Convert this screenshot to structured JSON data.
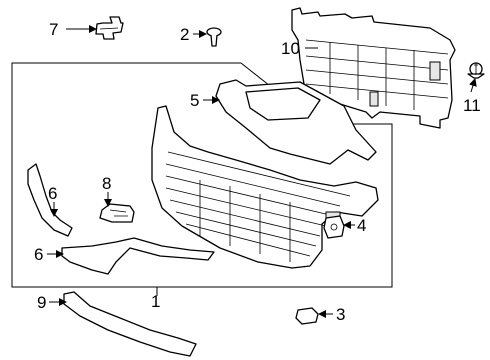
{
  "callouts": {
    "c1": "1",
    "c2": "2",
    "c3": "3",
    "c4": "4",
    "c5": "5",
    "c6a": "6",
    "c6b": "6",
    "c7": "7",
    "c8": "8",
    "c9": "9",
    "c10": "10",
    "c11": "11"
  }
}
